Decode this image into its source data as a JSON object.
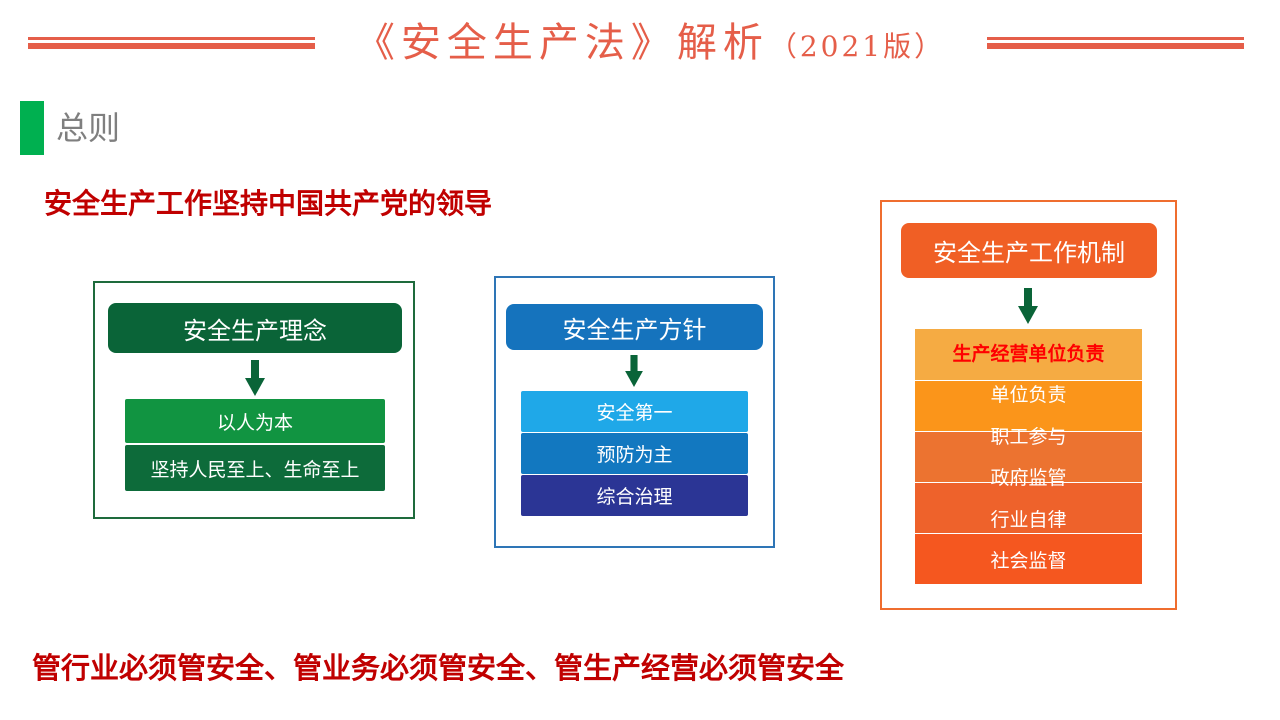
{
  "header": {
    "title": "《安全生产法》解析",
    "edition": "（2021版）"
  },
  "section": {
    "title": "总则"
  },
  "lead": "安全生产工作坚持中国共产党的领导",
  "concept": {
    "title": "安全生产理念",
    "items": [
      "以人为本",
      "坚持人民至上、生命至上"
    ]
  },
  "policy": {
    "title": "安全生产方针",
    "items": [
      "安全第一",
      "预防为主",
      "综合治理"
    ]
  },
  "mechanism": {
    "title": "安全生产工作机制",
    "items": [
      "生产经营单位负责",
      "单位负责",
      "职工参与",
      "政府监管",
      "行业自律",
      "社会监督"
    ]
  },
  "footer": "管行业必须管安全、管业务必须管安全、管生产经营必须管安全",
  "colors": {
    "accent": "#e55e49",
    "red_text": "#c00000",
    "green": "#00b050"
  }
}
